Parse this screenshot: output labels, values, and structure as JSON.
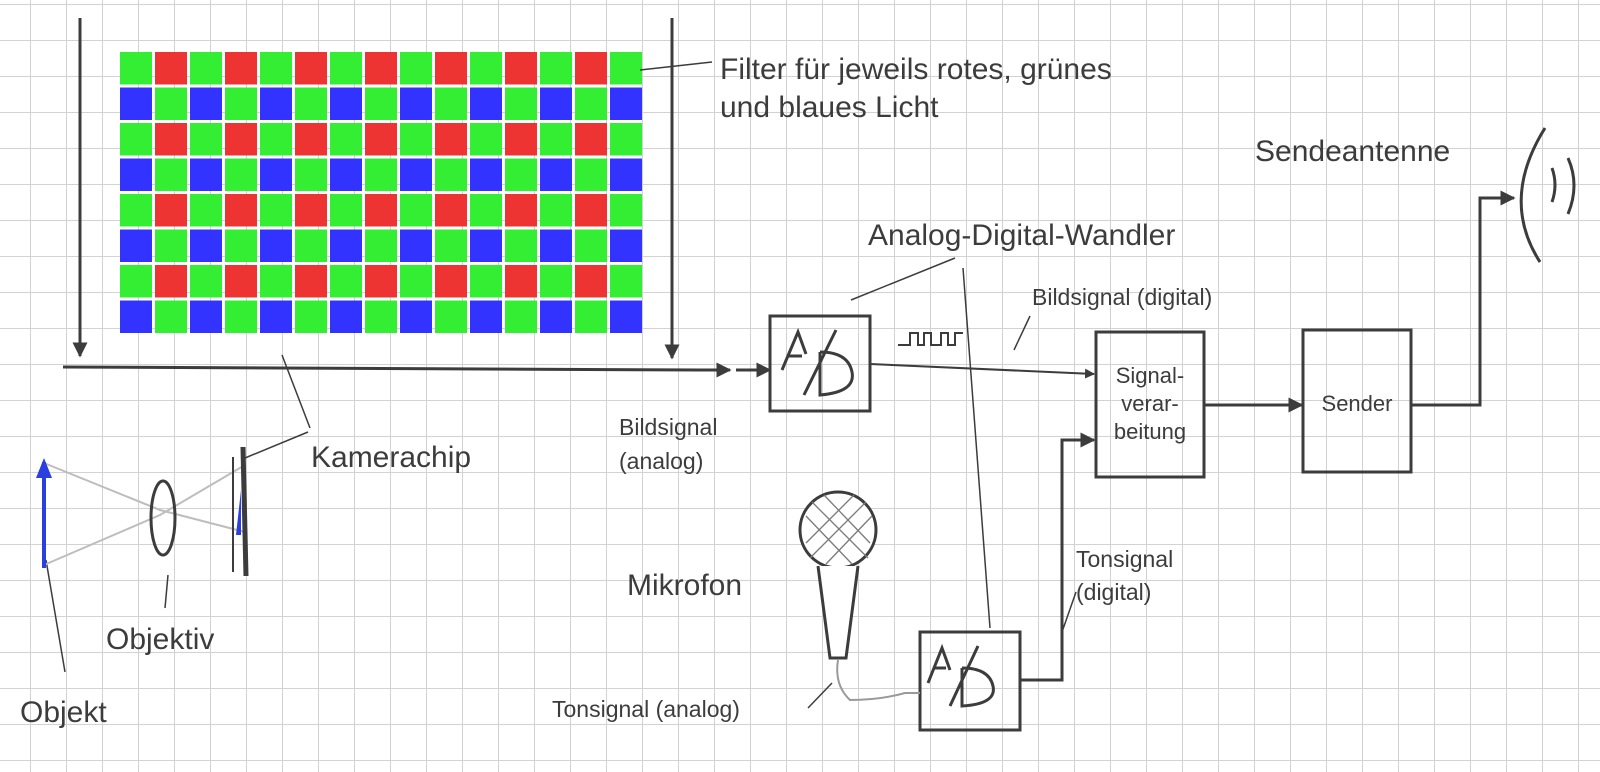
{
  "labels": {
    "filter_line1": "Filter für jeweils rotes, grünes",
    "filter_line2": "und blaues Licht",
    "sendeantenne": "Sendeantenne",
    "ad_wandler": "Analog-Digital-Wandler",
    "bildsignal_digital": "Bildsignal (digital)",
    "bildsignal_analog_1": "Bildsignal",
    "bildsignal_analog_2": "(analog)",
    "kamerachip": "Kamerachip",
    "mikrofon": "Mikrofon",
    "objektiv": "Objektiv",
    "objekt": "Objekt",
    "tonsignal_digital_1": "Tonsignal",
    "tonsignal_digital_2": "(digital)",
    "tonsignal_analog": "Tonsignal (analog)"
  },
  "boxes": {
    "ad_top": "A/D",
    "ad_bottom": "A/D",
    "signalverarbeitung": [
      "Signal-",
      "verar-",
      "beitung"
    ],
    "sender": "Sender"
  },
  "filter_grid": {
    "rows": [
      "GRGRGRGRGRGRGRG",
      "BGBGBGBGBGBGBGB",
      "GRGRGRGRGRGRGRG",
      "BGBGBGBGBGBGBGB",
      "GRGRGRGRGRGRGRG",
      "BGBGBGBGBGBGBGB",
      "GRGRGRGRGRGRGRG",
      "BGBGBGBGBGBGBGB"
    ],
    "colors": {
      "R": "#ee3333",
      "G": "#33ee33",
      "B": "#3333ff"
    }
  },
  "colors": {
    "ink": "#3c3c3c",
    "grid": "#d2d2d2",
    "light_ray": "#bdbdbd",
    "object_arrow": "#2a3fe0"
  }
}
